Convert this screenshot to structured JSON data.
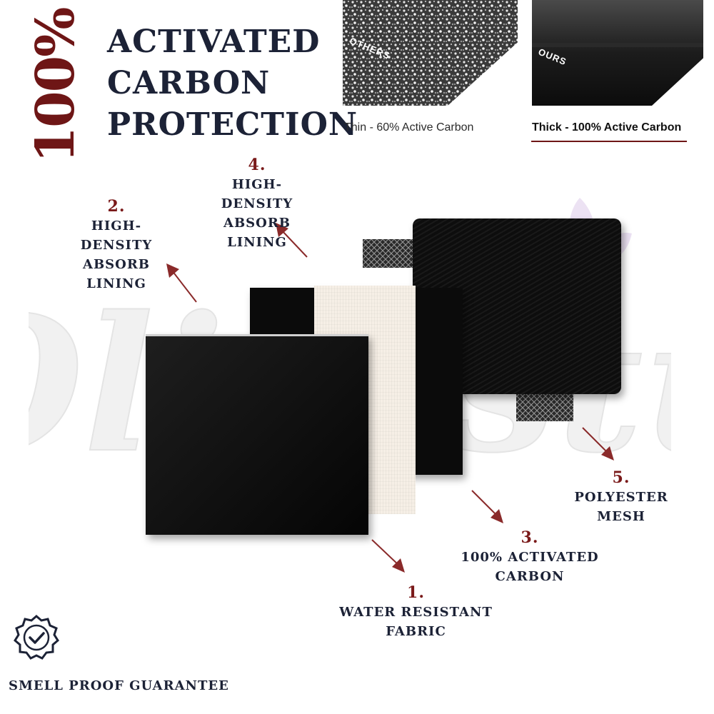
{
  "headline": {
    "percent": "100%",
    "lines": [
      "ACTIVATED",
      "CARBON",
      "PROTECTION"
    ]
  },
  "comparison": {
    "others": {
      "tag": "OTHERS",
      "caption": "Thin - 60% Active Carbon"
    },
    "ours": {
      "tag": "OURS",
      "caption": "Thick - 100% Active Carbon"
    }
  },
  "layers": [
    {
      "number": "1.",
      "line1": "WATER RESISTANT",
      "line2": "FABRIC"
    },
    {
      "number": "2.",
      "line1": "HIGH-DENSITY",
      "line2": "ABSORB LINING"
    },
    {
      "number": "3.",
      "line1": "100% ACTIVATED",
      "line2": "CARBON"
    },
    {
      "number": "4.",
      "line1": "HIGH-DENSITY",
      "line2": "ABSORB LINING"
    },
    {
      "number": "5.",
      "line1": "POLYESTER",
      "line2": "MESH"
    }
  ],
  "guarantee": {
    "label": "SMELL PROOF GUARANTEE",
    "icon": "check-badge-icon"
  },
  "watermark": {
    "text": "Olivastu"
  },
  "colors": {
    "navy": "#1c2236",
    "maroon": "#6e1616",
    "arrow": "#8a2a2a"
  }
}
